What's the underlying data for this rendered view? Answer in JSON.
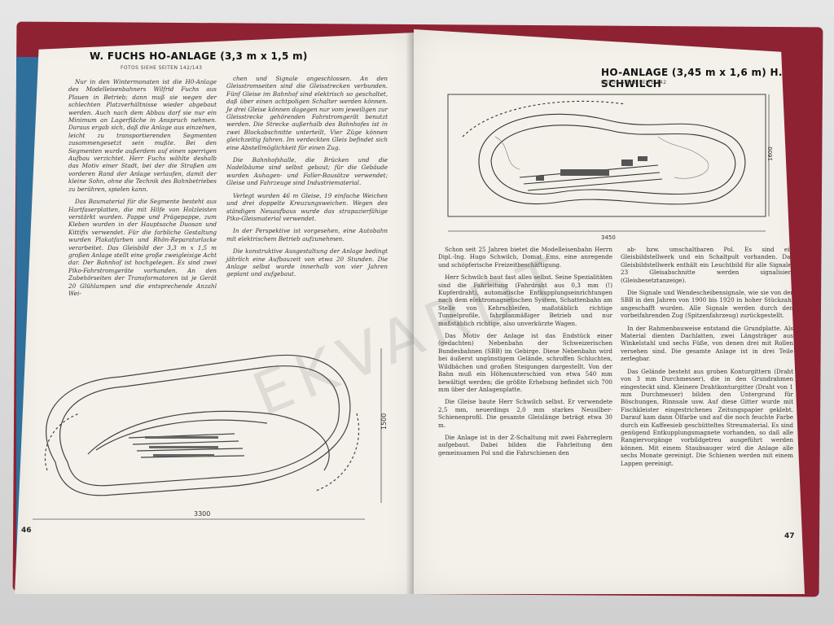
{
  "left_page": {
    "title": "W. FUCHS HO-ANLAGE (3,3 m x 1,5 m)",
    "photos_ref": "FOTOS SIEHE SEITEN 142/143",
    "col1": [
      "Nur in den Wintermonaten ist die H0-Anlage des Modelleisenbahners Wilfrid Fuchs aus Plauen in Betrieb; dann muß sie wegen der schlechten Platzverhältnisse wieder abgebaut werden. Auch nach dem Abbau darf sie nur ein Minimum an Lagerfläche in Anspruch nehmen. Daraus ergab sich, daß die Anlage aus einzelnen, leicht zu transportierenden Segmenten zusammengesetzt sein mußte. Bei den Segmenten wurde außerdem auf einen sperrigen Aufbau verzichtet. Herr Fuchs wählte deshalb das Motiv einer Stadt, bei der die Straßen am vorderen Rand der Anlage verlaufen, damit der kleine Sohn, ohne die Technik des Bahnbetriebes zu berühren, spielen kann.",
      "Das Baumaterial für die Segmente besteht aus Hartfaserplatten, die mit Hilfe von Holzleisten verstärkt wurden. Pappe und Prägepappe, zum Kleben wurden in der Hauptsache Duosan und Kittifix verwendet. Für die farbliche Gestaltung wurden Plakatfarben und Rhön-Reparaturlacke verarbeitet. Das Gleisbild der 3,3 m x 1,5 m großen Anlage stellt eine große zweigleisige Acht dar. Der Bahnhof ist hochgelegen. Es sind zwei Piko-Fahrstromgeräte vorhanden. An den Zubehörseiten der Transformatoren ist je Gerät 20 Glühlampen und die entsprechende Anzahl Wei-"
    ],
    "col2": [
      "chen und Signale angeschlossen. An den Gleisstromseiten sind die Gleisstrecken verbunden. Fünf Gleise im Bahnhof sind elektrisch so geschaltet, daß über einen achtpoligen Schalter werden können. Je drei Gleise können dagegen nur vom jeweiligen zur Gleisstrecke gehörenden Fahrstromgerät benutzt werden. Die Strecke außerhalb des Bahnhofes ist in zwei Blockabschnitte unterteilt, Vier Züge können gleichzeitig fahren. Im verdeckten Gleis befindet sich eine Abstellmöglichkeit für einen Zug.",
      "Die Bahnhofshalle, die Brücken und die Nadelbäume sind selbst gebaut; für die Gebäude wurden Auhagen- und Faller-Bausätze verwendet; Gleise und Fahrzeuge sind Industriematerial.",
      "Verlegt wurden 46 m Gleise, 19 einfache Weichen und drei doppelte Kreuzungsweichen. Wegen des ständigen Neuaufbaus wurde das strapazierfähige Piko-Gleismaterial verwendet.",
      "In der Perspektive ist vorgesehen, eine Autobahn mit elektrischem Betrieb aufzunehmen.",
      "Die konstruktive Ausgestaltung der Anlage bedingt jährlich eine Aufbauzeit von etwa 20 Stunden. Die Anlage selbst wurde innerhalb von vier Jahren geplant und aufgebaut."
    ],
    "dim_width": "3300",
    "dim_height": "1500",
    "page_number": "46"
  },
  "right_page": {
    "title": "HO-ANLAGE (3,45 m x 1,6 m) H. SCHWILCH",
    "photos_ref": "FOTOS SIEHE SEITE 142",
    "dim_width": "3450",
    "dim_height": "1600",
    "col1": [
      "Schon seit 25 Jahren bietet die Modelleisenbahn Herrn Dipl.-Ing. Hugo Schwilch, Domat Ems, eine anregende und schöpferische Freizeitbeschäftigung.",
      "Herr Schwilch baut fast alles selbst. Seine Spezialitäten sind die Fahrleitung (Fahrdraht aus 0,3 mm (!) Kupferdraht), automatische Entkupplungseinrichtungen nach dem elektromagnetischen System, Schattenbahn am Stelle von Kehrschleifen, maßstäblich richtige Tunnelprofile, fahrplanmäßiger Betrieb und nur maßstäblich richtige, also unverkürzte Wagen.",
      "Das Motiv der Anlage ist das Endstück einer (gedachten) Nebenbahn der Schweizerischen Bundesbahnen (SBB) im Gebirge. Diese Nebenbahn wird bei äußerst ungünstigem Gelände, schroffen Schluchten, Wildbächen und großen Steigungen dargestellt. Von der Bahn muß ein Höhenunterschied von etwa 540 mm bewältigt werden; die größte Erhebung befindet sich 700 mm über der Anlagenplatte.",
      "Die Gleise baute Herr Schwilch selbst. Er verwendete 2,5 mm, neuerdings 2,0 mm starkes Neusilber-Schienenprofil. Die gesamte Gleislänge beträgt etwa 30 m.",
      "Die Anlage ist in der Z-Schaltung mit zwei Fahrreglern aufgebaut. Dabei bilden die Fahrleitung den gemeinsamen Pol und die Fahrschienen den"
    ],
    "col2": [
      "ab- bzw. umschaltbaren Pol. Es sind ein Gleisbildstellwerk und ein Schaltpult vorhanden. Das Gleisbildstellwerk enthält ein Leuchtbild für alle Signale; 23 Gleisabschnitte werden signalisiert (Gleisbesetztanzeige).",
      "Die Signale und Wendescheibensignale, wie sie von der SBB in den Jahren von 1900 bis 1920 in hoher Stückzahl angeschafft wurden. Alle Signale werden durch den vorbeifahrenden Zug (Spitzenfahrzeug) zurückgestellt.",
      "In der Rahmenbauweise entstand die Grundplatte. Als Material dienten Dachlatten, zwei Längsträger aus Winkelstahl und sechs Füße, von denen drei mit Rollen versehen sind. Die gesamte Anlage ist in drei Teile zerlegbar.",
      "Das Gelände besteht aus groben Konturgittern (Draht von 3 mm Durchmesser), die in den Grundrahmen eingesteckt sind. Kleinere Drahtkonturgitter (Draht von 1 mm Durchmesser) bilden den Untergrund für Böschungen, Rinnsale usw. Auf diese Gitter wurde mit Fischkleister eingestrichenes Zeitungspapier geklebt. Darauf kam dann Ölfarbe und auf die noch feuchte Farbe durch ein Kaffeesieb geschütteltes Streumaterial. Es sind genügend Entkupplungsmagnete vorhanden, so daß alle Rangiervorgänge vorbildgetreu ausgeführt werden können. Mit einem Staubsauger wird die Anlage alle sechs Monate gereinigt. Die Schienen werden mit einem Lappen gereinigt."
    ],
    "page_number": "47"
  },
  "watermark": "EKVARDT"
}
